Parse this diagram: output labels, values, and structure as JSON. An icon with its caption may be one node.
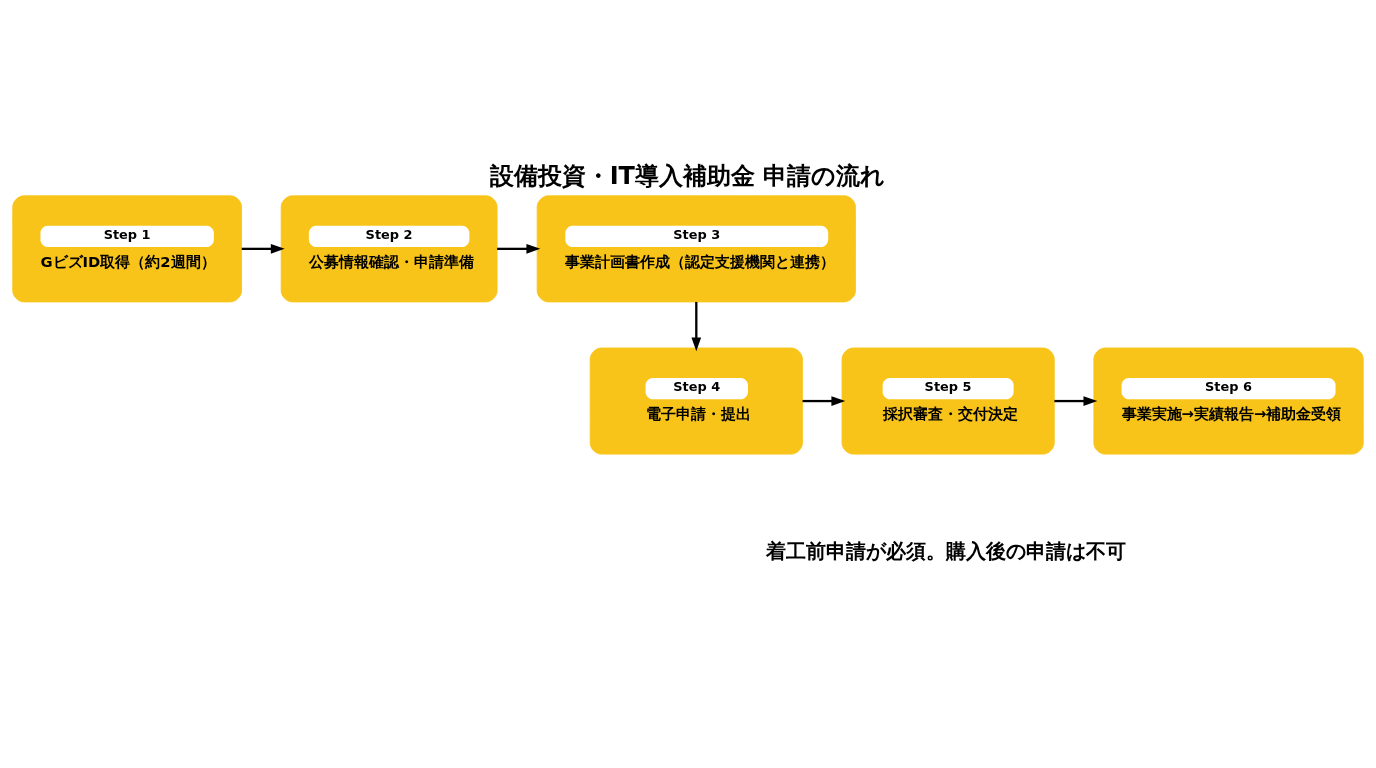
{
  "diagram": {
    "title": "設備投資・IT導入補助金 申請の流れ",
    "caption": "着工前申請が必須。購入後の申請は不可",
    "nodes": [
      {
        "text": [
          "Step 1",
          "GビズID取得（約2週間）"
        ]
      },
      {
        "text": [
          "Step 2",
          "公募情報確認・申請準備"
        ]
      },
      {
        "text": [
          "Step 3",
          "事業計画書作成（認定支援機関と連携）"
        ]
      },
      {
        "text": [
          "Step 4",
          "電子申請・提出"
        ]
      },
      {
        "text": [
          "Step 5",
          "採択審査・交付決定"
        ]
      },
      {
        "text": [
          "Step 6",
          "事業実施→実績報告→補助金受領"
        ]
      }
    ],
    "edges": [
      {
        "from": 0,
        "to": 1,
        "arrow": "to"
      },
      {
        "from": 1,
        "to": 2,
        "arrow": "to"
      },
      {
        "from": 2,
        "to": 3,
        "arrow": "to"
      },
      {
        "from": 3,
        "to": 4,
        "arrow": "to"
      },
      {
        "from": 4,
        "to": 5,
        "arrow": "to"
      }
    ]
  }
}
